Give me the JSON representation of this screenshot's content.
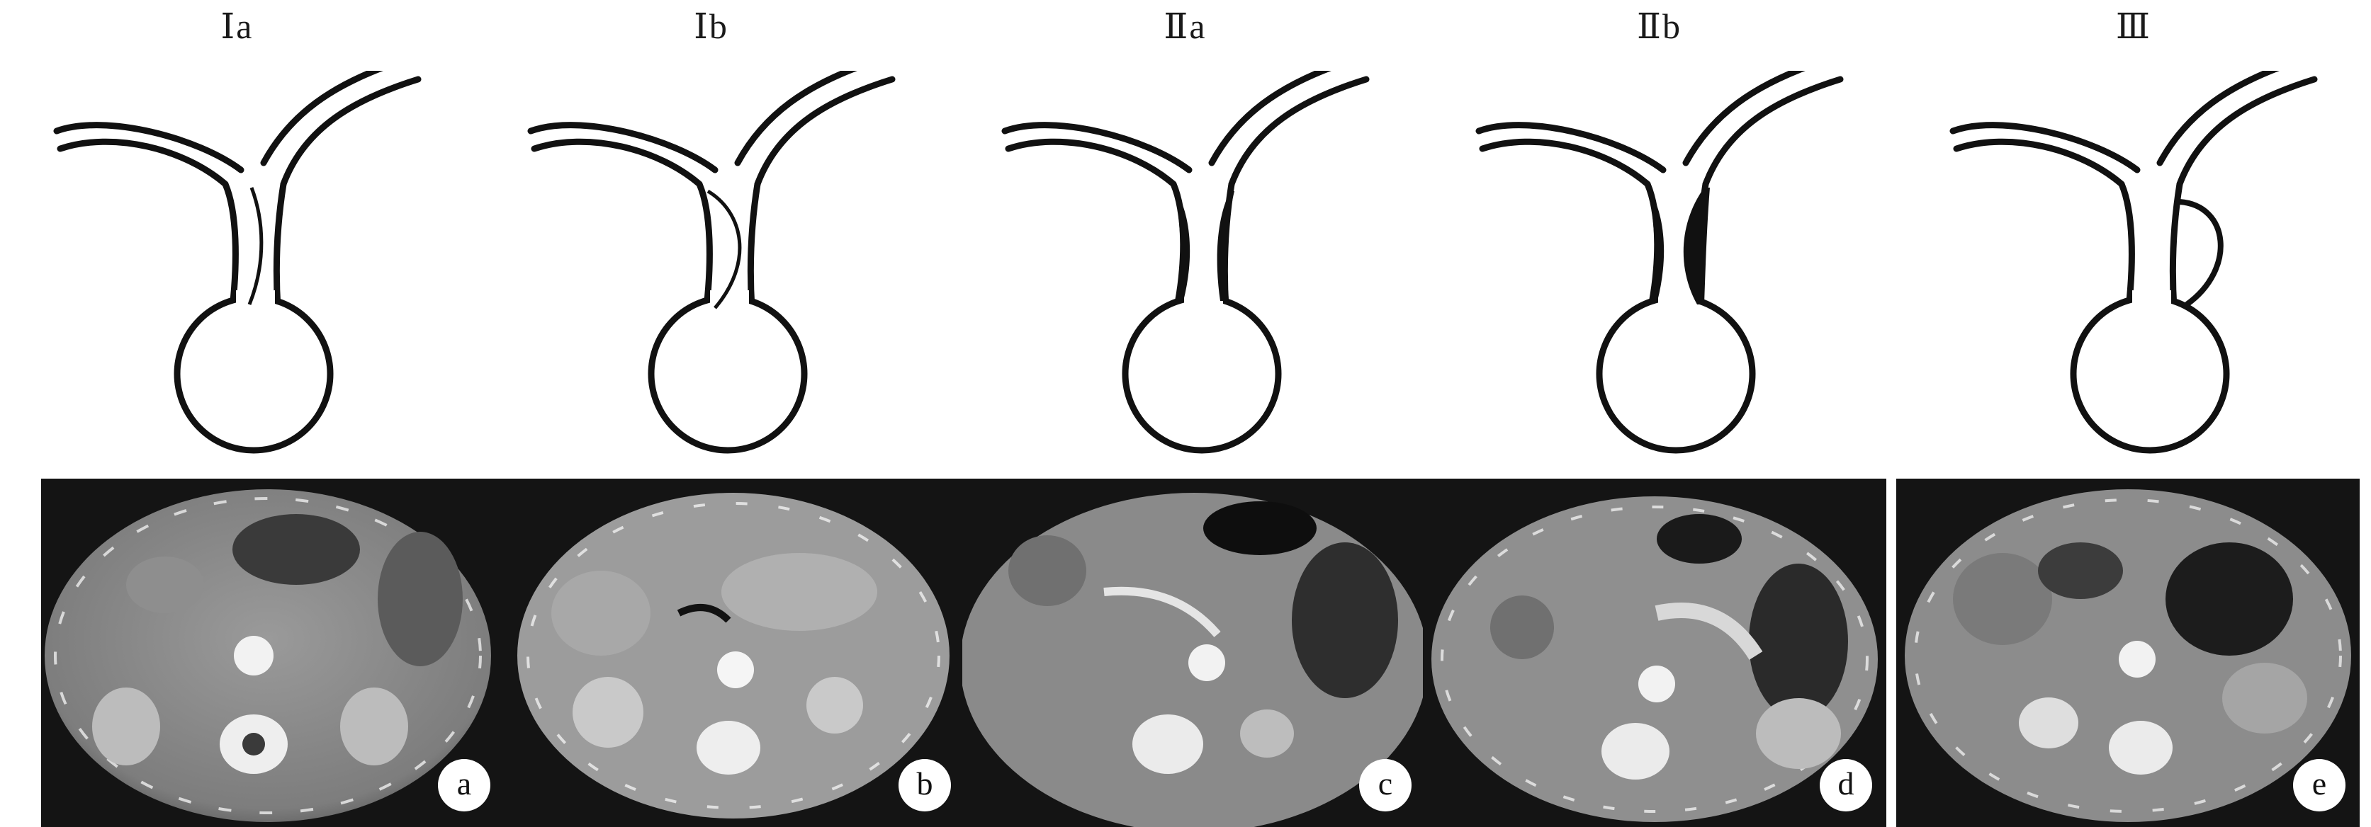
{
  "panels": [
    {
      "label": "Ⅰa",
      "letter": "a"
    },
    {
      "label": "Ⅰb",
      "letter": "b"
    },
    {
      "label": "Ⅱa",
      "letter": "c"
    },
    {
      "label": "Ⅱb",
      "letter": "d"
    },
    {
      "label": "Ⅲ",
      "letter": "e"
    }
  ]
}
